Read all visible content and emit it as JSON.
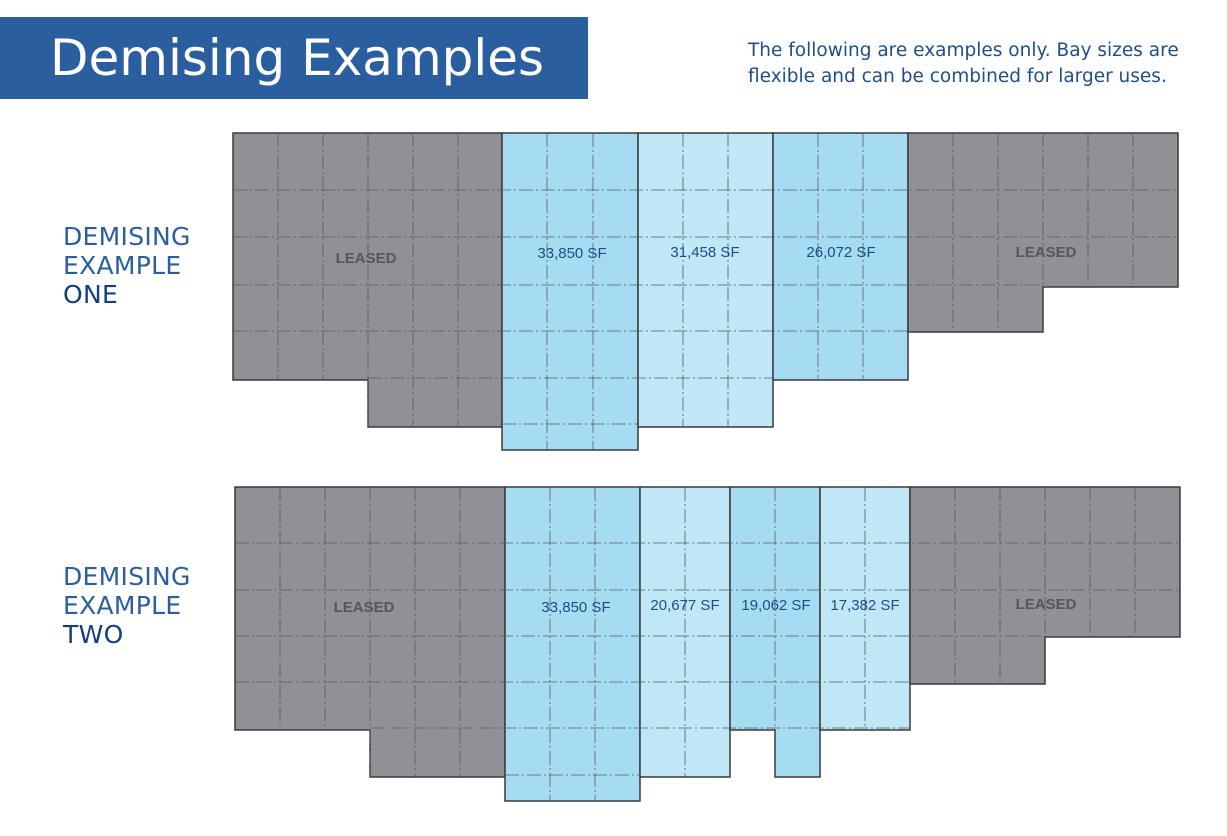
{
  "title": "Demising Examples",
  "note": "The following are examples only. Bay sizes are flexible and can be combined for larger uses.",
  "colors": {
    "banner": "#2a5e9f",
    "leased": "#909096",
    "bay_dark": "#a6dcf1",
    "bay_light": "#bfe7f6",
    "outline": "#3a3a3a"
  },
  "examples": [
    {
      "label_line1": "DEMISING",
      "label_line2": "EXAMPLE",
      "label_line3": "ONE",
      "leased_left": "LEASED",
      "leased_right": "LEASED",
      "bays": [
        {
          "label": "33,850 SF",
          "shade": "dark"
        },
        {
          "label": "31,458 SF",
          "shade": "light"
        },
        {
          "label": "26,072 SF",
          "shade": "dark"
        }
      ]
    },
    {
      "label_line1": "DEMISING",
      "label_line2": "EXAMPLE",
      "label_line3": "TWO",
      "leased_left": "LEASED",
      "leased_right": "LEASED",
      "bays": [
        {
          "label": "33,850 SF",
          "shade": "dark"
        },
        {
          "label": "20,677 SF",
          "shade": "light"
        },
        {
          "label": "19,062 SF",
          "shade": "dark"
        },
        {
          "label": "17,382 SF",
          "shade": "light"
        }
      ]
    }
  ]
}
